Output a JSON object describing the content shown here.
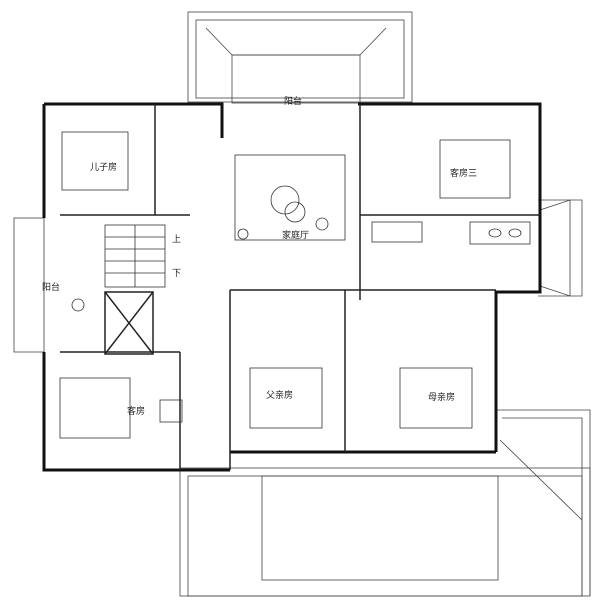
{
  "floor_plan": {
    "rooms": {
      "balcony_top": "阳台",
      "son_room": "儿子房",
      "family_room": "家庭厅",
      "guest_room_3": "客房三",
      "balcony_left": "阳台",
      "guest_room": "客房",
      "father_room": "父亲房",
      "mother_room": "母亲房"
    },
    "stairs": {
      "up": "上",
      "down": "下"
    },
    "colors": {
      "wall": "#111111",
      "line": "#333333",
      "background": "#ffffff"
    }
  }
}
